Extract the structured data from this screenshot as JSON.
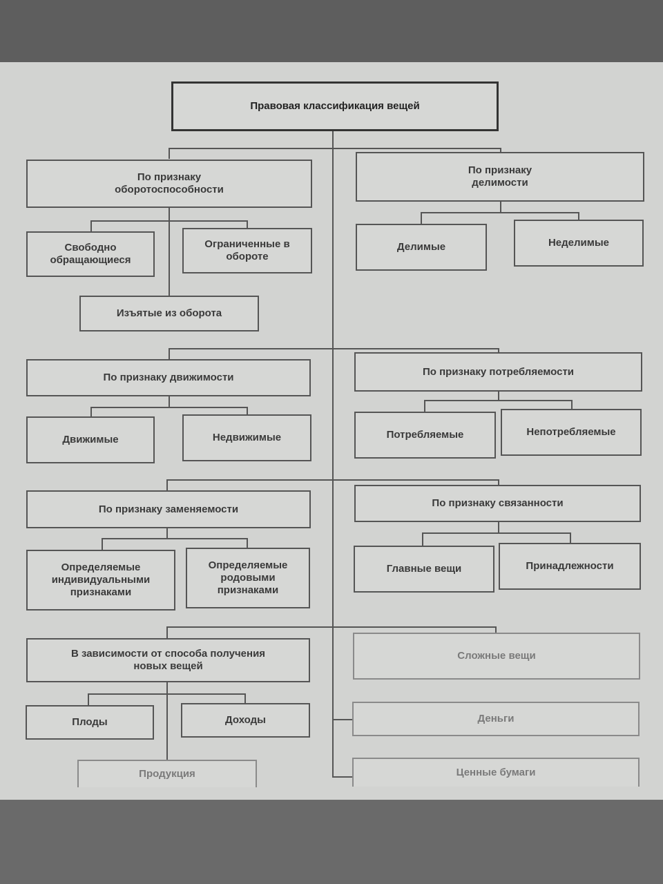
{
  "diagram": {
    "root": "Правовая классификация вещей",
    "groups": [
      {
        "label": "По признаку оборотоспособности",
        "children": [
          "Свободно обращающиеся",
          "Ограниченные в обороте",
          "Изъятые из оборота"
        ]
      },
      {
        "label": "По признаку делимости",
        "children": [
          "Делимые",
          "Неделимые"
        ]
      },
      {
        "label": "По признаку движимости",
        "children": [
          "Движимые",
          "Недвижимые"
        ]
      },
      {
        "label": "По признаку потребляемости",
        "children": [
          "Потребляемые",
          "Непотребляемые"
        ]
      },
      {
        "label": "По признаку заменяемости",
        "children": [
          "Определяемые индивидуальными признаками",
          "Определяемые родовыми признаками"
        ]
      },
      {
        "label": "По признаку связанности",
        "children": [
          "Главные вещи",
          "Принадлежности"
        ]
      },
      {
        "label": "В зависимости от способа получения новых вещей",
        "children": [
          "Плоды",
          "Доходы",
          "Продукция"
        ]
      }
    ],
    "standalone": [
      "Сложные вещи",
      "Деньги",
      "Ценные бумаги"
    ]
  }
}
